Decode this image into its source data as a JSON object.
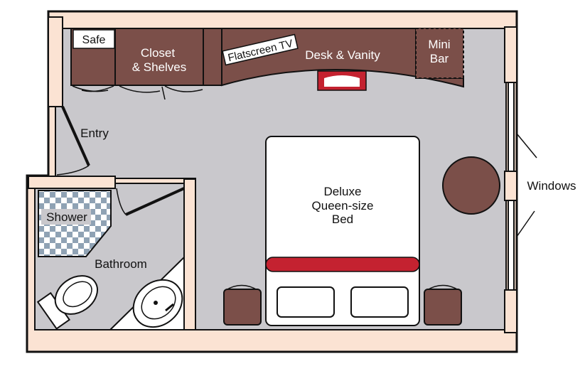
{
  "colors": {
    "wall_fill": "#fbe3d3",
    "wall_stroke": "#111111",
    "floor": "#c9c8cc",
    "furniture": "#7b4f49",
    "bed_runner": "#c42230",
    "bed": "#ffffff",
    "tile_light": "#ffffff",
    "tile_dark": "#8fa2b4"
  },
  "labels": {
    "safe": "Safe",
    "closet_line1": "Closet",
    "closet_line2": "& Shelves",
    "tv": "Flatscreen TV",
    "desk": "Desk & Vanity",
    "minibar_line1": "Mini",
    "minibar_line2": "Bar",
    "entry": "Entry",
    "bed_line1": "Deluxe",
    "bed_line2": "Queen-size",
    "bed_line3": "Bed",
    "windows": "Windows",
    "shower": "Shower",
    "bathroom": "Bathroom"
  }
}
